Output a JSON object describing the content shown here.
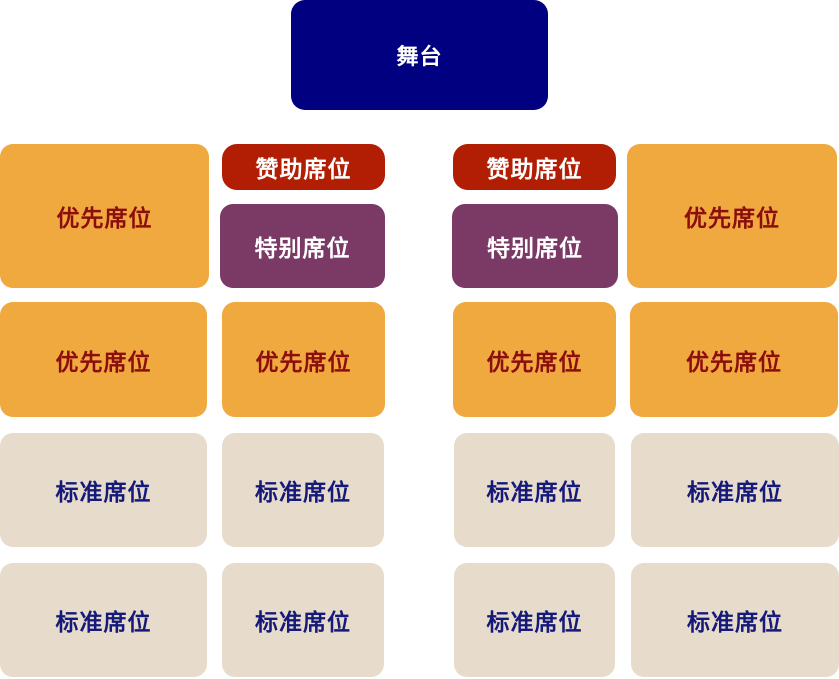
{
  "stage": {
    "label": "舞台"
  },
  "seat_types": {
    "sponsor": "赞助席位",
    "special": "特别席位",
    "priority": "优先席位",
    "standard": "标准席位"
  },
  "colors": {
    "stage": "#000080",
    "priority": "#EFA93E",
    "priority_text": "#8B0D0D",
    "sponsor": "#B21E04",
    "special": "#7A3A65",
    "standard": "#E7DCCC",
    "standard_text": "#151A7A"
  },
  "left_section": {
    "row1": {
      "priority": "优先席位",
      "sponsor": "赞助席位",
      "special": "特别席位"
    },
    "row2": [
      "优先席位",
      "优先席位"
    ],
    "row3": [
      "标准席位",
      "标准席位"
    ],
    "row4": [
      "标准席位",
      "标准席位"
    ]
  },
  "right_section": {
    "row1": {
      "sponsor": "赞助席位",
      "special": "特别席位",
      "priority": "优先席位"
    },
    "row2": [
      "优先席位",
      "优先席位"
    ],
    "row3": [
      "标准席位",
      "标准席位"
    ],
    "row4": [
      "标准席位",
      "标准席位"
    ]
  }
}
